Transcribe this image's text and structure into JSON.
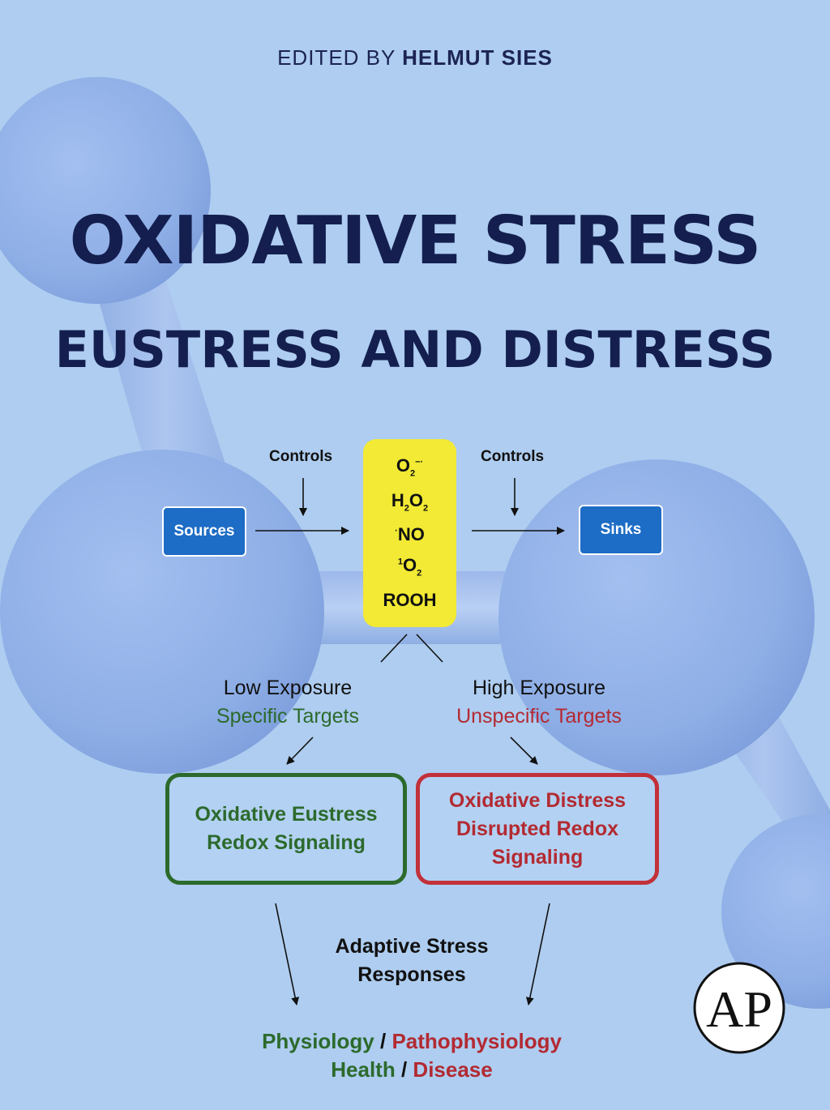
{
  "editor": {
    "prefix": "EDITED BY",
    "name": "HELMUT SIES"
  },
  "title": {
    "line1": "OXIDATIVE STRESS",
    "line2": "EUSTRESS AND DISTRESS"
  },
  "diagram": {
    "controls_left": "Controls",
    "controls_right": "Controls",
    "sources": "Sources",
    "sinks": "Sinks",
    "species": [
      "O2·−",
      "H2O2",
      "·NO",
      "1O2",
      "ROOH"
    ],
    "low_exposure": "Low Exposure",
    "specific_targets": "Specific Targets",
    "high_exposure": "High Exposure",
    "unspecific_targets": "Unspecific Targets",
    "eustress_line1": "Oxidative Eustress",
    "eustress_line2": "Redox Signaling",
    "distress_line1": "Oxidative Distress",
    "distress_line2": "Disrupted Redox",
    "distress_line3": "Signaling",
    "adaptive_line1": "Adaptive Stress",
    "adaptive_line2": "Responses",
    "physiology": "Physiology",
    "slash1": "/",
    "pathophysiology": "Pathophysiology",
    "health": "Health",
    "slash2": "/",
    "disease": "Disease"
  },
  "colors": {
    "background": "#aecdf0",
    "title": "#141f4f",
    "green": "#2c6a2c",
    "red": "#b32a32",
    "box_blue": "#1d6cc6",
    "ros_yellow": "#f2ea34"
  },
  "publisher_logo": "AP"
}
